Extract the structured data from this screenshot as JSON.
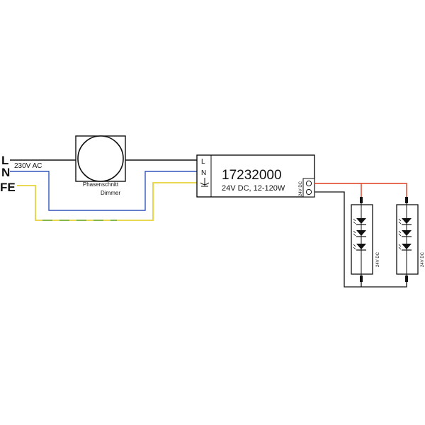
{
  "inputs": {
    "L": "L",
    "N": "N",
    "FE": "FE",
    "supply": "230V AC"
  },
  "dimmer": {
    "line1": "Phasenschnitt",
    "line2": "Dimmer"
  },
  "driver": {
    "model": "17232000",
    "spec": "24V DC, 12-120W",
    "term_L": "L",
    "term_N": "N",
    "output_label": "24V DC"
  },
  "led_modules": [
    {
      "label": "24V DC"
    },
    {
      "label": "24V DC"
    }
  ],
  "colors": {
    "live": "#111111",
    "neutral": "#3355bb",
    "earth": "#e6d23a",
    "earth_stripe": "#4a9e3a",
    "positive": "#e03a1e"
  }
}
